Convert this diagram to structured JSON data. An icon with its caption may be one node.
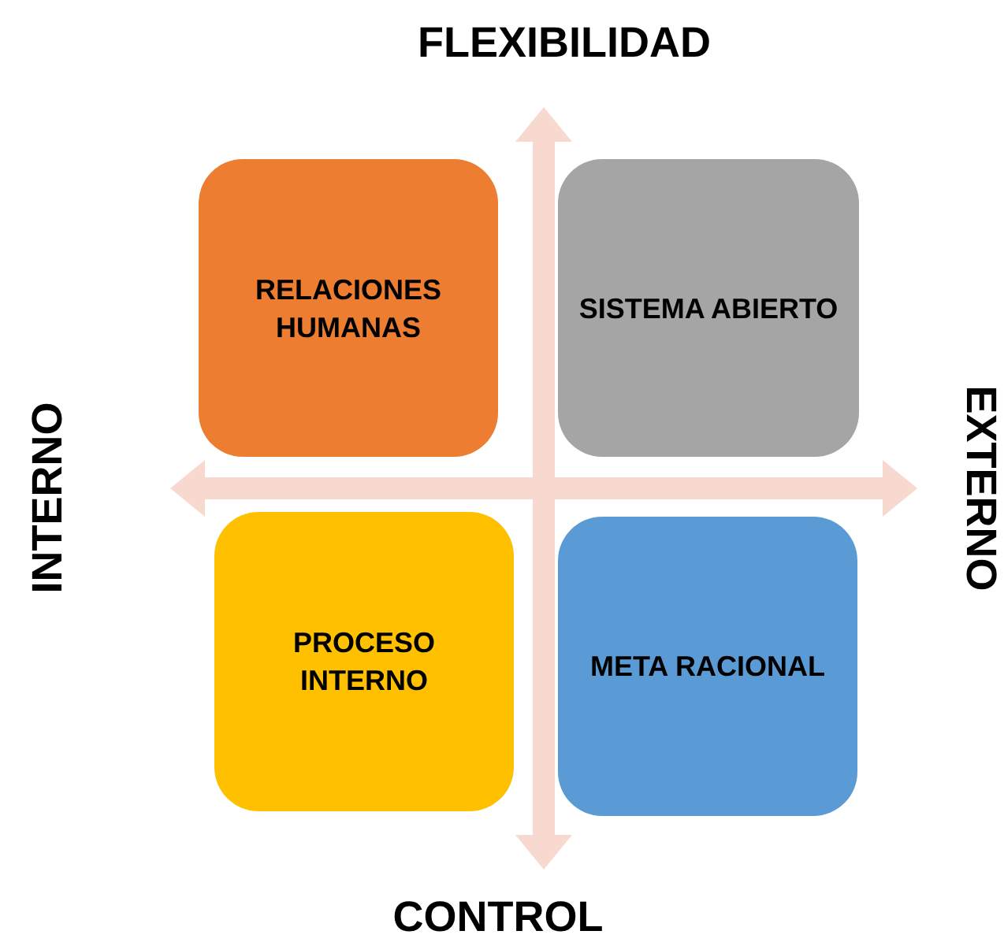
{
  "diagram": {
    "nodes": [
      {
        "text": [
          "RELACIONES HUMANAS"
        ]
      },
      {
        "text": [
          "SISTEMA ABIERTO"
        ]
      },
      {
        "text": [
          "PROCESO INTERNO"
        ]
      },
      {
        "text": [
          "META RACIONAL"
        ]
      }
    ],
    "labels": [
      "FLEXIBILIDAD",
      "INTERNO",
      "EXTERNO",
      "CONTROL"
    ]
  }
}
